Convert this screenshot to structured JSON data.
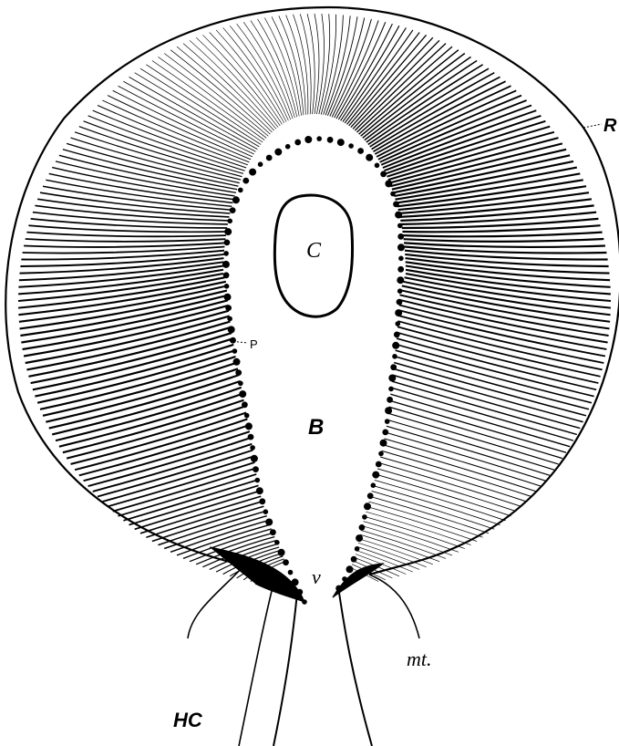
{
  "labels": {
    "R": "R",
    "C": "C",
    "P": "P",
    "B": "B",
    "v": "v",
    "mt": "mt.",
    "HC": "HC"
  },
  "colors": {
    "ink": "#000000",
    "paper": "#ffffff"
  }
}
